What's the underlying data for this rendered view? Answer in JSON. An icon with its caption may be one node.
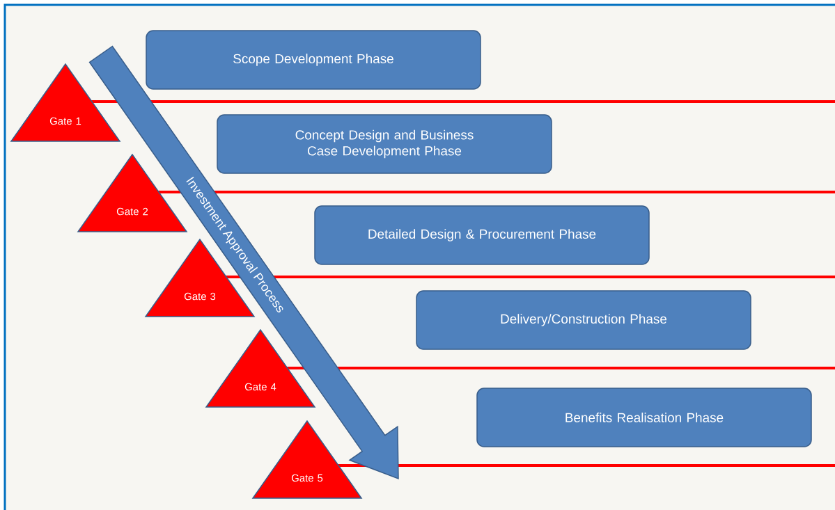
{
  "diagram": {
    "nodes": [
      {
        "text": [
          "Scope Development Phase"
        ]
      },
      {
        "text": [
          "Concept Design and Business Case Development Phase"
        ]
      },
      {
        "text": [
          "Detailed Design & Procurement Phase"
        ]
      },
      {
        "text": [
          "Delivery/Construction Phase"
        ]
      },
      {
        "text": [
          "Benefits Realisation Phase"
        ]
      },
      {
        "text": [
          "Gate 1"
        ]
      },
      {
        "text": [
          "Gate 2"
        ]
      },
      {
        "text": [
          "Gate 3"
        ]
      },
      {
        "text": [
          "Gate 4"
        ]
      },
      {
        "text": [
          "Gate 5"
        ]
      },
      {
        "text": [
          "Investment Approval Process"
        ]
      }
    ]
  }
}
